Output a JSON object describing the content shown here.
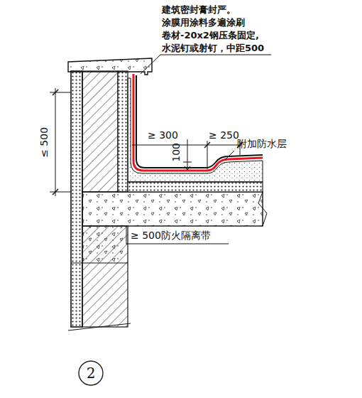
{
  "diagram": {
    "nodes": [
      {
        "text": [
          "2"
        ]
      }
    ],
    "labels": [
      "建筑密封膏封严。",
      "涂膜用涂料多遍涂刷",
      "卷材-20x2钢压条固定,",
      "水泥钉或射钉，中距500",
      "≥ 300",
      "≥ 250",
      "100",
      "附加防水层",
      "≤ 500",
      "≥ 500防火隔离带"
    ]
  }
}
